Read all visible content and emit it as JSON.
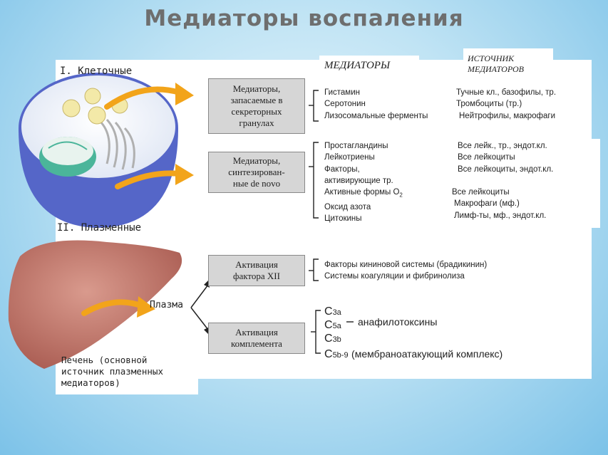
{
  "title": "Медиаторы воспаления",
  "headers": {
    "mediators": "МЕДИАТОРЫ",
    "source_line1": "ИСТОЧНИК",
    "source_line2": "МЕДИАТОРОВ"
  },
  "sections": {
    "cellular": "I. Клеточные",
    "plasma": "II. Плазменные"
  },
  "boxes": {
    "granules": [
      "Медиаторы,",
      "запасаемые в",
      "секреторных",
      "гранулах"
    ],
    "de_novo": [
      "Медиаторы,",
      "синтезирован-",
      "ные de novo"
    ],
    "factor12": [
      "Активация",
      "фактора XII"
    ],
    "complement": [
      "Активация",
      "комплемента"
    ]
  },
  "granule_mediators": [
    "Гистамин",
    "Серотонин",
    "Лизосомальные ферменты"
  ],
  "granule_sources": [
    "Тучные кл., базофилы, тр.",
    "Тромбоциты (тр.)",
    "Нейтрофилы, макрофаги"
  ],
  "denovo_mediators": [
    "Простагландины",
    "Лейкотриены",
    "Факторы,",
    "активирующие тр.",
    "Активные формы O",
    "Оксид азота",
    "Цитокины"
  ],
  "oxygen_sub": "2",
  "denovo_sources": [
    "Все лейк., тр., эндот.кл.",
    "Все лейкоциты",
    "Все лейкоциты, эндот.кл.",
    "",
    "Все лейкоциты",
    "Макрофаги (мф.)",
    "Лимф-ты, мф., эндот.кл."
  ],
  "factor12_items": [
    "Факторы кининовой системы (брадикинин)",
    "Системы коагуляции и фибринолиза"
  ],
  "complement": {
    "items": [
      {
        "base": "С",
        "sub": "3a"
      },
      {
        "base": "С",
        "sub": "5a"
      },
      {
        "base": "С",
        "sub": "3b"
      }
    ],
    "anaphylatoxins": "анафилотоксины",
    "mac": {
      "base": "С",
      "sub": "5b-9",
      "label": "(мембраноатакующий комплекс)"
    }
  },
  "labels": {
    "plasma": "Плазма",
    "liver": [
      "Печень (основной",
      "источник плазменных",
      "медиаторов)"
    ]
  },
  "colors": {
    "arrow": "#f2a41a",
    "cell_rim": "#5566c8",
    "liver": "#c87a6e",
    "nucleus": "#4bb59a",
    "box_fill": "#d6d6d6"
  }
}
